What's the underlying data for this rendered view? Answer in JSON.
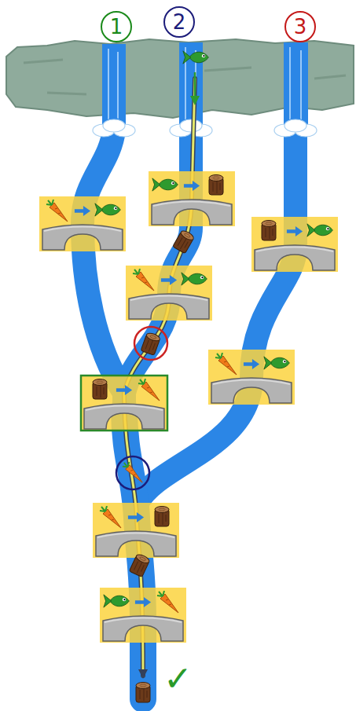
{
  "diagram": {
    "nodes": [
      {
        "text": [
          "1"
        ]
      },
      {
        "text": [
          "2"
        ]
      },
      {
        "text": [
          "3"
        ]
      }
    ],
    "labels": [
      "✓"
    ]
  }
}
